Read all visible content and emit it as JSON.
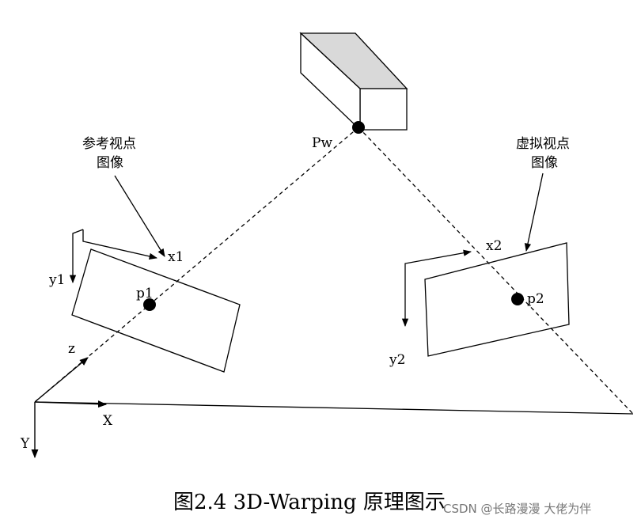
{
  "labels": {
    "pw": "Pw",
    "ref_image_line1": "参考视点",
    "ref_image_line2": "图像",
    "virt_image_line1": "虚拟视点",
    "virt_image_line2": "图像",
    "x1": "x1",
    "y1": "y1",
    "p1": "p1",
    "x2": "x2",
    "y2": "y2",
    "p2": "p2",
    "z": "z",
    "X": "X",
    "Y": "Y"
  },
  "caption": "图2.4  3D-Warping 原理图示",
  "watermark": "CSDN @长路漫漫 大佬为伴",
  "colors": {
    "stroke": "#000000",
    "box_top": "#d9d9d9",
    "background": "#ffffff"
  }
}
